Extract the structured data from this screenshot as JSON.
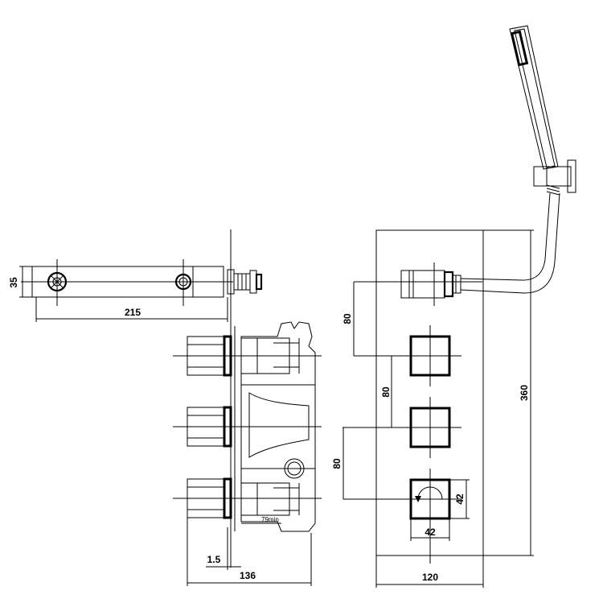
{
  "dimensions": {
    "d35": "35",
    "d215": "215",
    "d15": "1.5",
    "d136": "136",
    "d120": "120",
    "d360": "360",
    "d80_top": "80",
    "d80_mid": "80",
    "d80_low": "80",
    "d42_h": "42",
    "d42_v": "42",
    "d79min": "79min"
  }
}
